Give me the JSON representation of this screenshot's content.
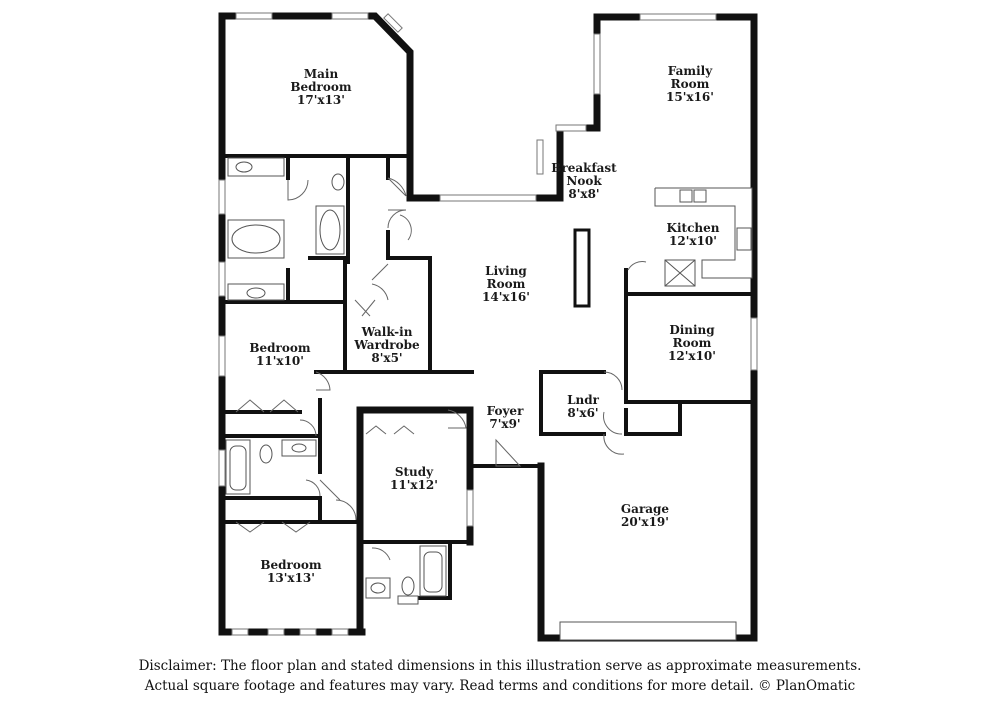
{
  "rooms": {
    "main_bedroom": {
      "name_1": "Main",
      "name_2": "Bedroom",
      "size": "17'x13'"
    },
    "family_room": {
      "name_1": "Family",
      "name_2": "Room",
      "size": "15'x16'"
    },
    "breakfast_nook": {
      "name_1": "Breakfast",
      "name_2": "Nook",
      "size": "8'x8'"
    },
    "kitchen": {
      "name_1": "Kitchen",
      "size": "12'x10'"
    },
    "living_room": {
      "name_1": "Living",
      "name_2": "Room",
      "size": "14'x16'"
    },
    "walk_in_wardrobe": {
      "name_1": "Walk-in",
      "name_2": "Wardrobe",
      "size": "8'x5'"
    },
    "bedroom_2": {
      "name_1": "Bedroom",
      "size": "11'x10'"
    },
    "dining_room": {
      "name_1": "Dining",
      "name_2": "Room",
      "size": "12'x10'"
    },
    "laundry": {
      "name_1": "Lndr",
      "size": "8'x6'"
    },
    "foyer": {
      "name_1": "Foyer",
      "size": "7'x9'"
    },
    "study": {
      "name_1": "Study",
      "size": "11'x12'"
    },
    "garage": {
      "name_1": "Garage",
      "size": "20'x19'"
    },
    "bedroom_3": {
      "name_1": "Bedroom",
      "size": "13'x13'"
    }
  },
  "disclaimer": {
    "line_1": "Disclaimer: The floor plan and stated dimensions in this illustration serve as approximate measurements.",
    "line_2": "Actual square footage and features may vary. Read terms and conditions for more detail. © PlanOmatic"
  }
}
